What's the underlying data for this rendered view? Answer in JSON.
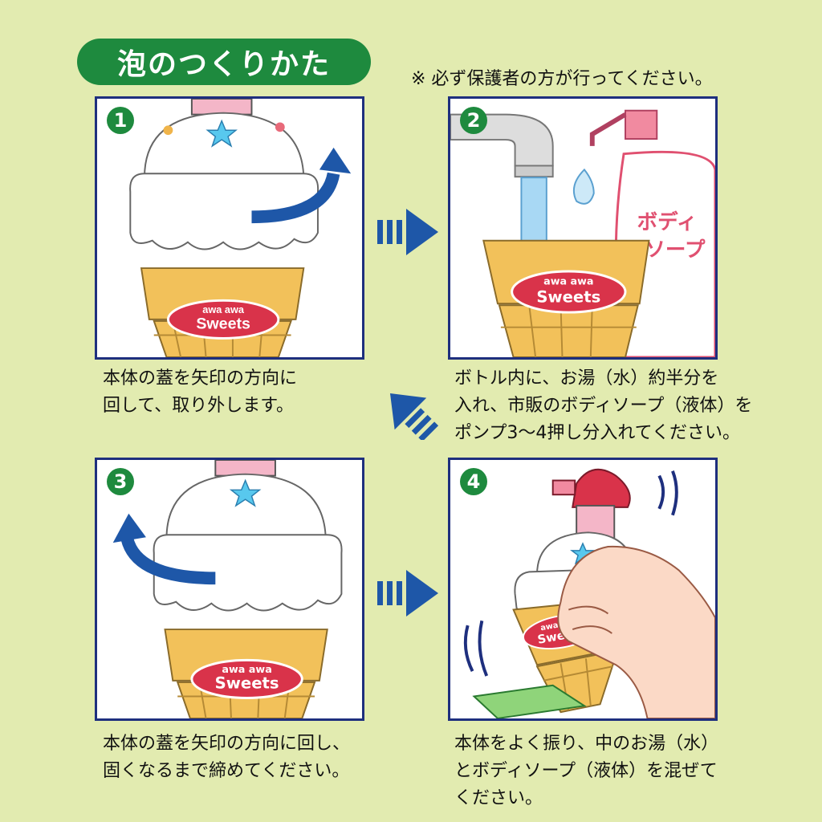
{
  "title": "泡のつくりかた",
  "notice": "※ 必ず保護者の方が行ってください。",
  "brand": {
    "line1": "awa awa",
    "line2": "Sweets"
  },
  "bottle_label": {
    "line1": "ボディ",
    "line2": "ソープ"
  },
  "steps": [
    {
      "number": "1",
      "caption": [
        "本体の蓋を矢印の方向に",
        "回して、取り外します。"
      ]
    },
    {
      "number": "2",
      "caption": [
        "ボトル内に、お湯（水）約半分を",
        "入れ、市販のボディソープ（液体）を",
        "ポンプ3〜4押し分入れてください。"
      ]
    },
    {
      "number": "3",
      "caption": [
        "本体の蓋を矢印の方向に回し、",
        "固くなるまで締めてください。"
      ]
    },
    {
      "number": "4",
      "caption": [
        "本体をよく振り、中のお湯（水）",
        "とボディソープ（液体）を混ぜて",
        "ください。"
      ]
    }
  ],
  "colors": {
    "accent_green": "#1e8a3e",
    "navy": "#1e2f7e",
    "background": "#e2ebb0",
    "cone": "#f2c15a",
    "label_red": "#d9334a"
  }
}
